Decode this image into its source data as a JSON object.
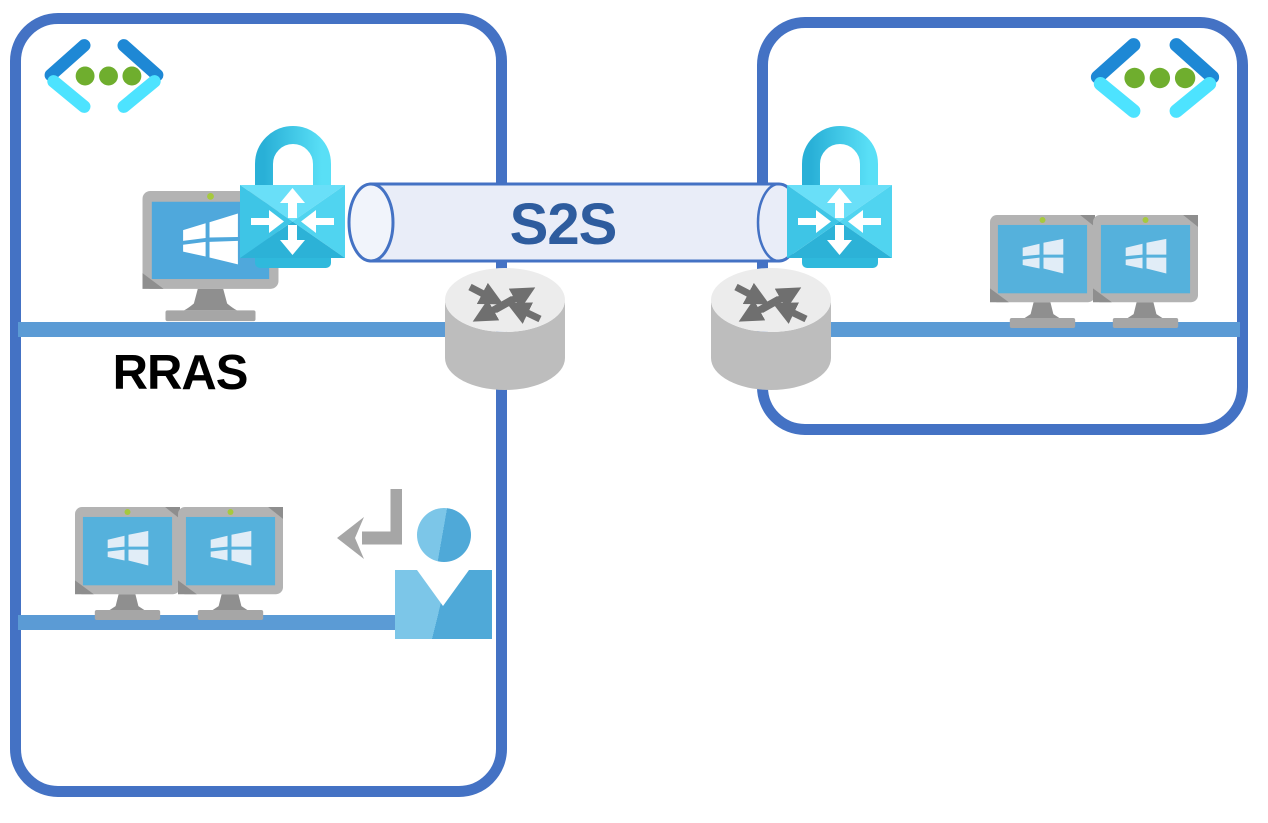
{
  "labels": {
    "tunnel": "S2S",
    "server": "RRAS"
  },
  "colors": {
    "box_border": "#4472C4",
    "network_line": "#5B9BD5",
    "tunnel_fill": "#E9EDF8",
    "tunnel_cap_fill": "#F1F4FB",
    "tunnel_label": "#2E5C9E",
    "server_label": "#000000",
    "lock": "#2FB9DC",
    "lock_light": "#59DFF6",
    "gateway_top": "#69DFF8",
    "gateway_right": "#50D4F0",
    "gateway_bottom": "#2CB2D7",
    "gateway_left": "#3EC5E6",
    "vnet_dark_blue": "#1E88D5",
    "vnet_cyan": "#4DE3FF",
    "vnet_green": "#6FAE2E",
    "router_top": "#ECECEC",
    "router_body": "#BDBDBD",
    "router_arrow": "#6F6F6F",
    "monitor_frame": "#B3B3B3",
    "monitor_bevel": "#8E8E8E",
    "monitor_screen": "#4FA8DC",
    "monitor_screen2": "#55B1DC",
    "monitor_stand": "#8F8F8F",
    "monitor_base": "#A6A6A6",
    "camera_dot": "#A6C93E",
    "logo_white": "#FFFFFF",
    "logo_pale": "#E1EDF7",
    "user_light": "#7CC6E8",
    "user_dark": "#4FA9D8",
    "return_arrow": "#A6A6A6"
  },
  "structure": {
    "left_network": {
      "label": "RRAS",
      "icons": [
        "virtual-network-icon",
        "windows-server-monitor-icon",
        "vpn-gateway-lock-icon",
        "router-icon",
        "dual-workstation-icon",
        "sign-in-arrow-icon",
        "user-icon"
      ]
    },
    "tunnel": {
      "label": "S2S",
      "type": "site-to-site-vpn-tunnel"
    },
    "right_network": {
      "icons": [
        "virtual-network-icon",
        "vpn-gateway-lock-icon",
        "router-icon",
        "dual-workstation-icon"
      ]
    }
  }
}
